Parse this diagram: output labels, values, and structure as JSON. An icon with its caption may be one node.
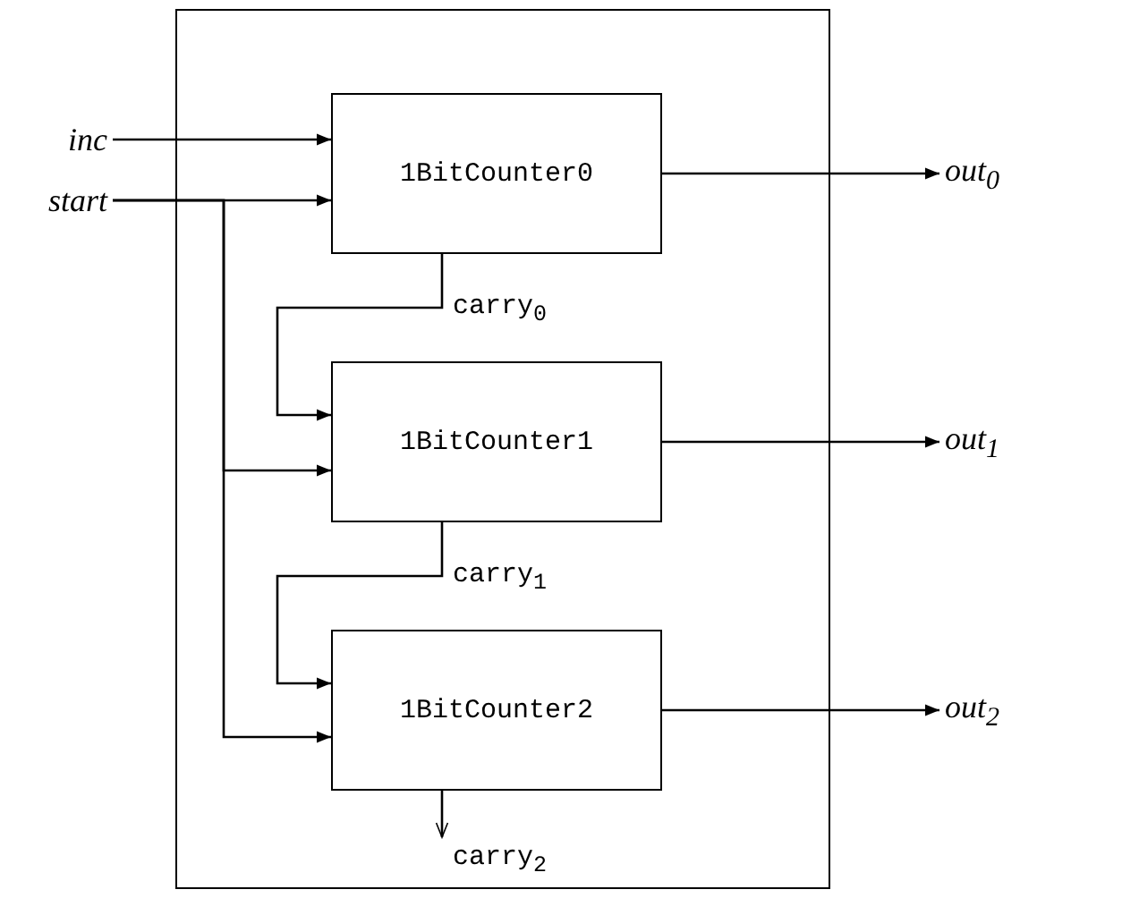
{
  "diagram": {
    "nodes": [
      {
        "text": [],
        "shape": "box"
      },
      {
        "text": [
          "inc"
        ]
      },
      {
        "text": [
          "start"
        ]
      },
      {
        "text": [
          "1BitCounter0"
        ],
        "in": 0
      },
      {
        "text": [
          "1BitCounter1"
        ],
        "in": 0
      },
      {
        "text": [
          "1BitCounter2"
        ],
        "in": 0
      },
      {
        "text": [
          "out$_{0}$"
        ]
      },
      {
        "text": [
          "out$_{1}$"
        ]
      },
      {
        "text": [
          "out$_{2}$"
        ]
      }
    ],
    "edges": [
      {
        "from": 1,
        "to": 3,
        "arrow": "to"
      },
      {
        "from": 2,
        "to": 3,
        "arrow": "to"
      },
      {
        "from": 2,
        "to": 4,
        "arrow": "to"
      },
      {
        "from": 2,
        "to": 5,
        "arrow": "to"
      },
      {
        "from": 3,
        "to": 4,
        "arrow": "to",
        "label": "carry$_{0}$"
      },
      {
        "from": 4,
        "to": 5,
        "arrow": "to",
        "label": "carry$_{1}$"
      },
      {
        "from": 5,
        "to": null,
        "arrow": "to",
        "label": "carry$_{2}$"
      },
      {
        "from": 3,
        "to": 6,
        "arrow": "to"
      },
      {
        "from": 4,
        "to": 7,
        "arrow": "to"
      },
      {
        "from": 5,
        "to": 8,
        "arrow": "to"
      }
    ]
  }
}
